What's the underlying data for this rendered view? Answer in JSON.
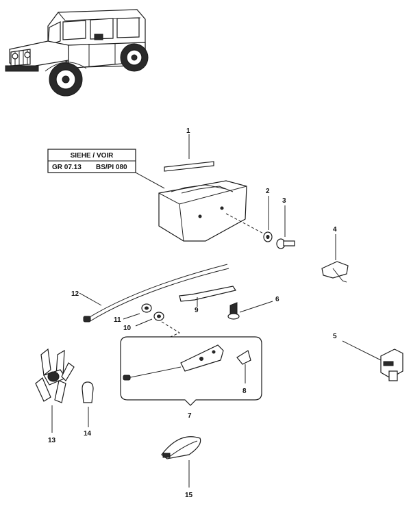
{
  "reference_box": {
    "header": "SIEHE  /  VOIR",
    "ref_left": "GR 07.13",
    "ref_right": "BS/PI 080"
  },
  "callouts": [
    "1",
    "2",
    "3",
    "4",
    "5",
    "6",
    "7",
    "8",
    "9",
    "10",
    "11",
    "12",
    "13",
    "14",
    "15"
  ]
}
